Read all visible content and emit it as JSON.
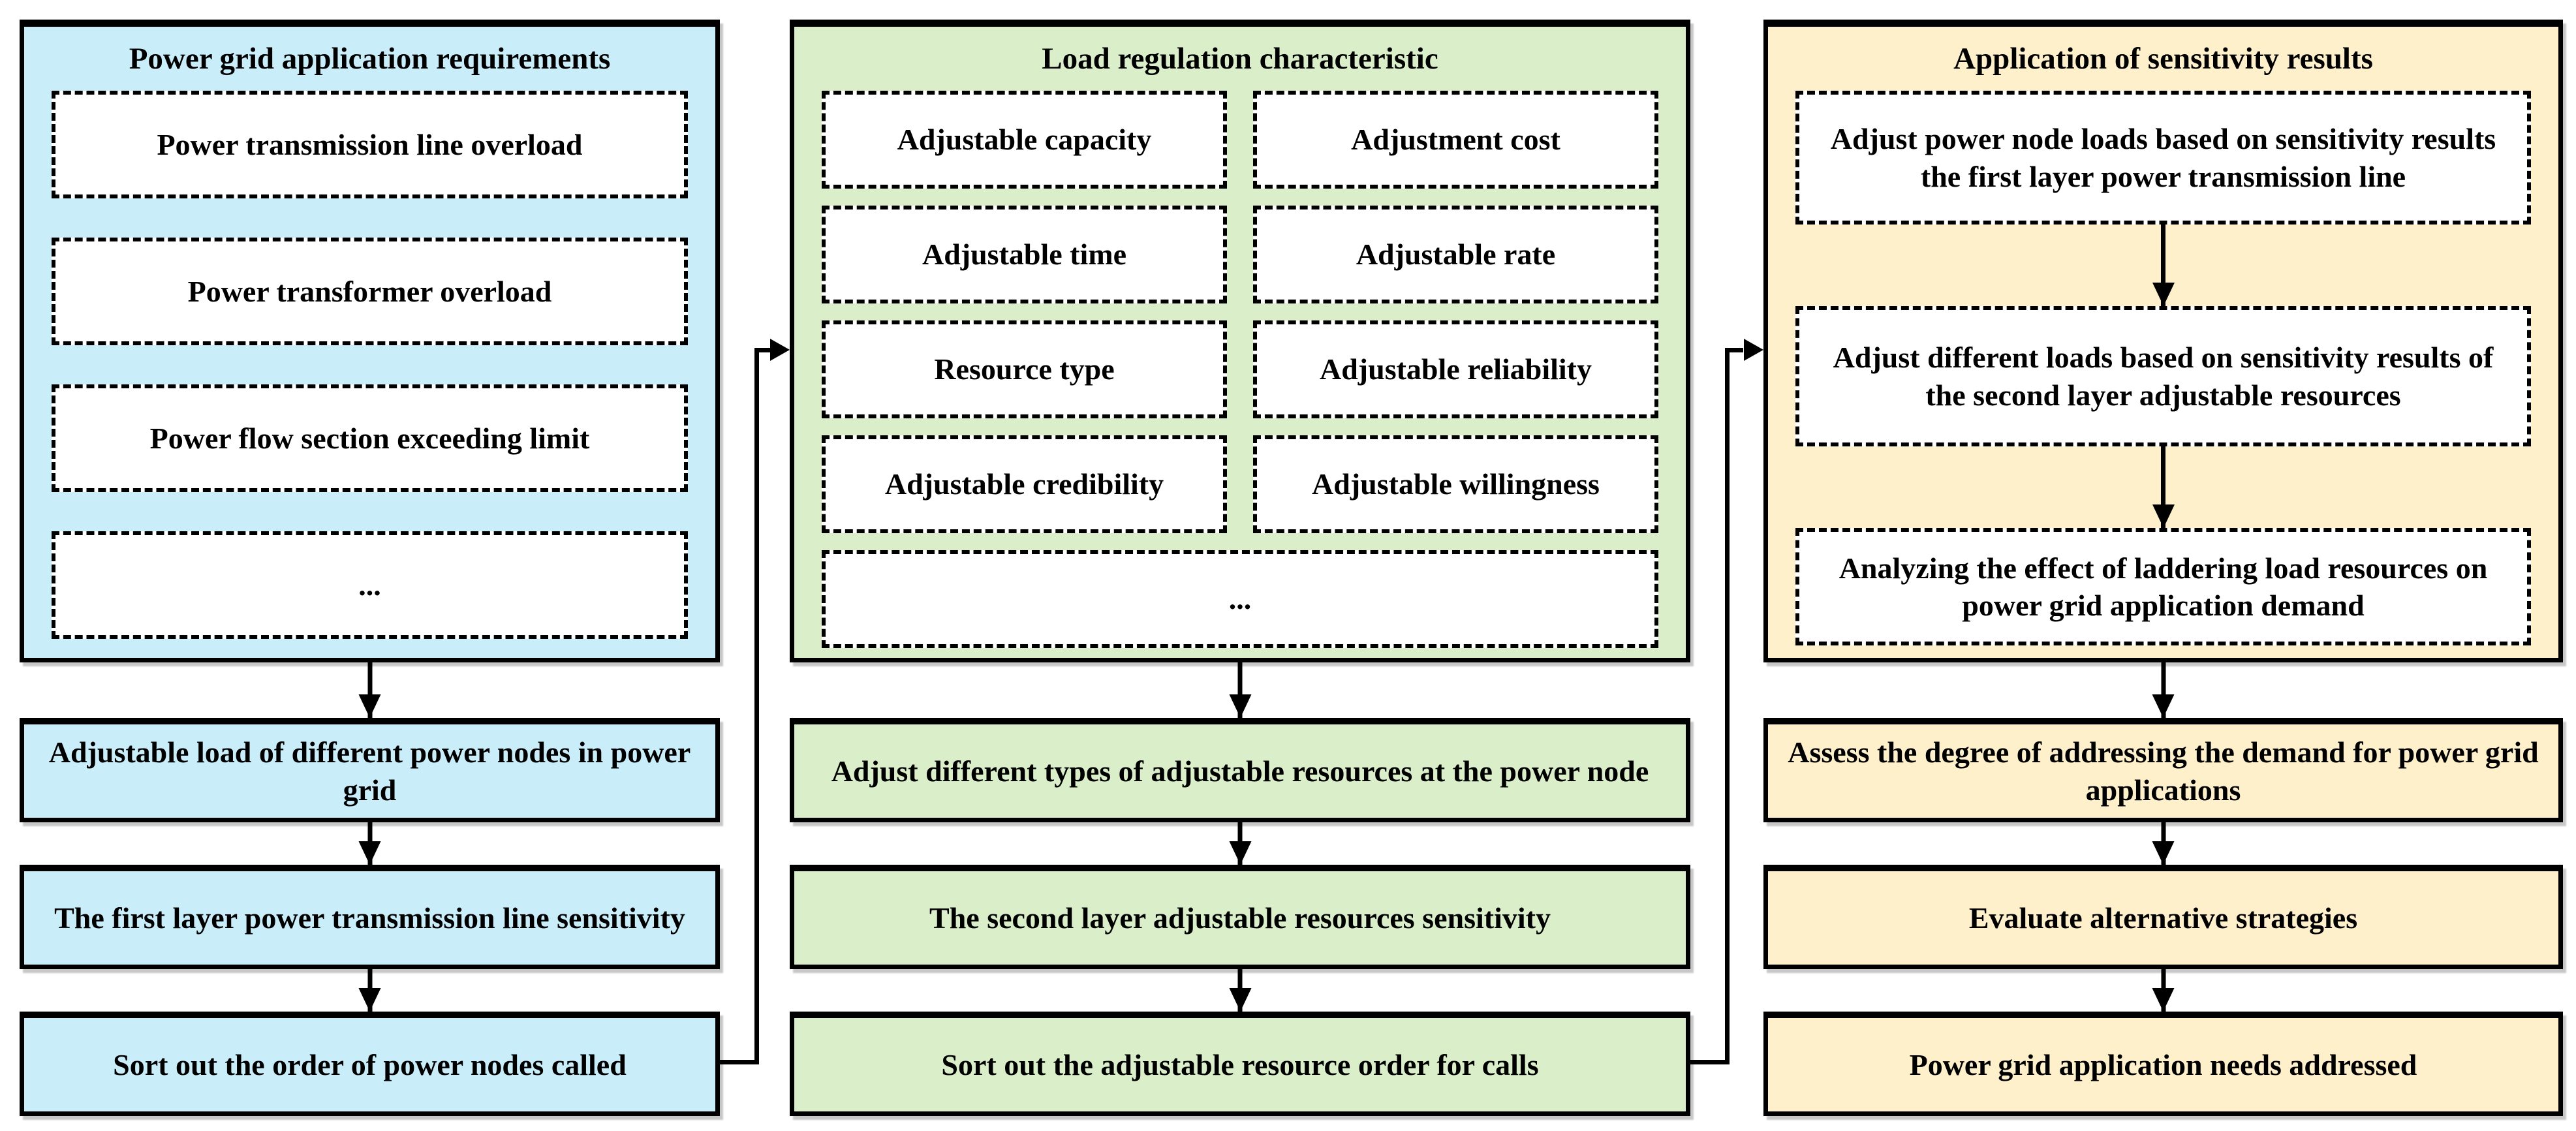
{
  "colors": {
    "column1_fill": "#c9eefa",
    "column2_fill": "#d9eec9",
    "column3_fill": "#fdf0cb",
    "line": "#000000",
    "inner_box_fill": "#ffffff"
  },
  "columns": [
    {
      "title": "Power grid application requirements",
      "items": [
        "Power transmission line overload",
        "Power transformer overload",
        "Power flow section exceeding limit",
        "..."
      ],
      "steps": [
        "Adjustable load of different power nodes in power grid",
        "The first layer power transmission line sensitivity",
        "Sort out the order of power nodes called"
      ]
    },
    {
      "title": "Load regulation characteristic",
      "grid": [
        "Adjustable capacity",
        "Adjustment cost",
        "Adjustable time",
        "Adjustable rate",
        "Resource type",
        "Adjustable reliability",
        "Adjustable credibility",
        "Adjustable willingness"
      ],
      "more": "...",
      "steps": [
        "Adjust different types of adjustable resources at the power node",
        "The second layer adjustable resources sensitivity",
        "Sort out the adjustable resource order for calls"
      ]
    },
    {
      "title": "Application of sensitivity results",
      "flow": [
        "Adjust power node loads based on sensitivity results the first layer power transmission line",
        "Adjust different loads based on sensitivity results of the second layer adjustable resources",
        "Analyzing the effect of laddering load resources on power grid application demand"
      ],
      "steps": [
        "Assess the degree of addressing the demand for power grid applications",
        "Evaluate alternative strategies",
        "Power grid application needs addressed"
      ]
    }
  ]
}
